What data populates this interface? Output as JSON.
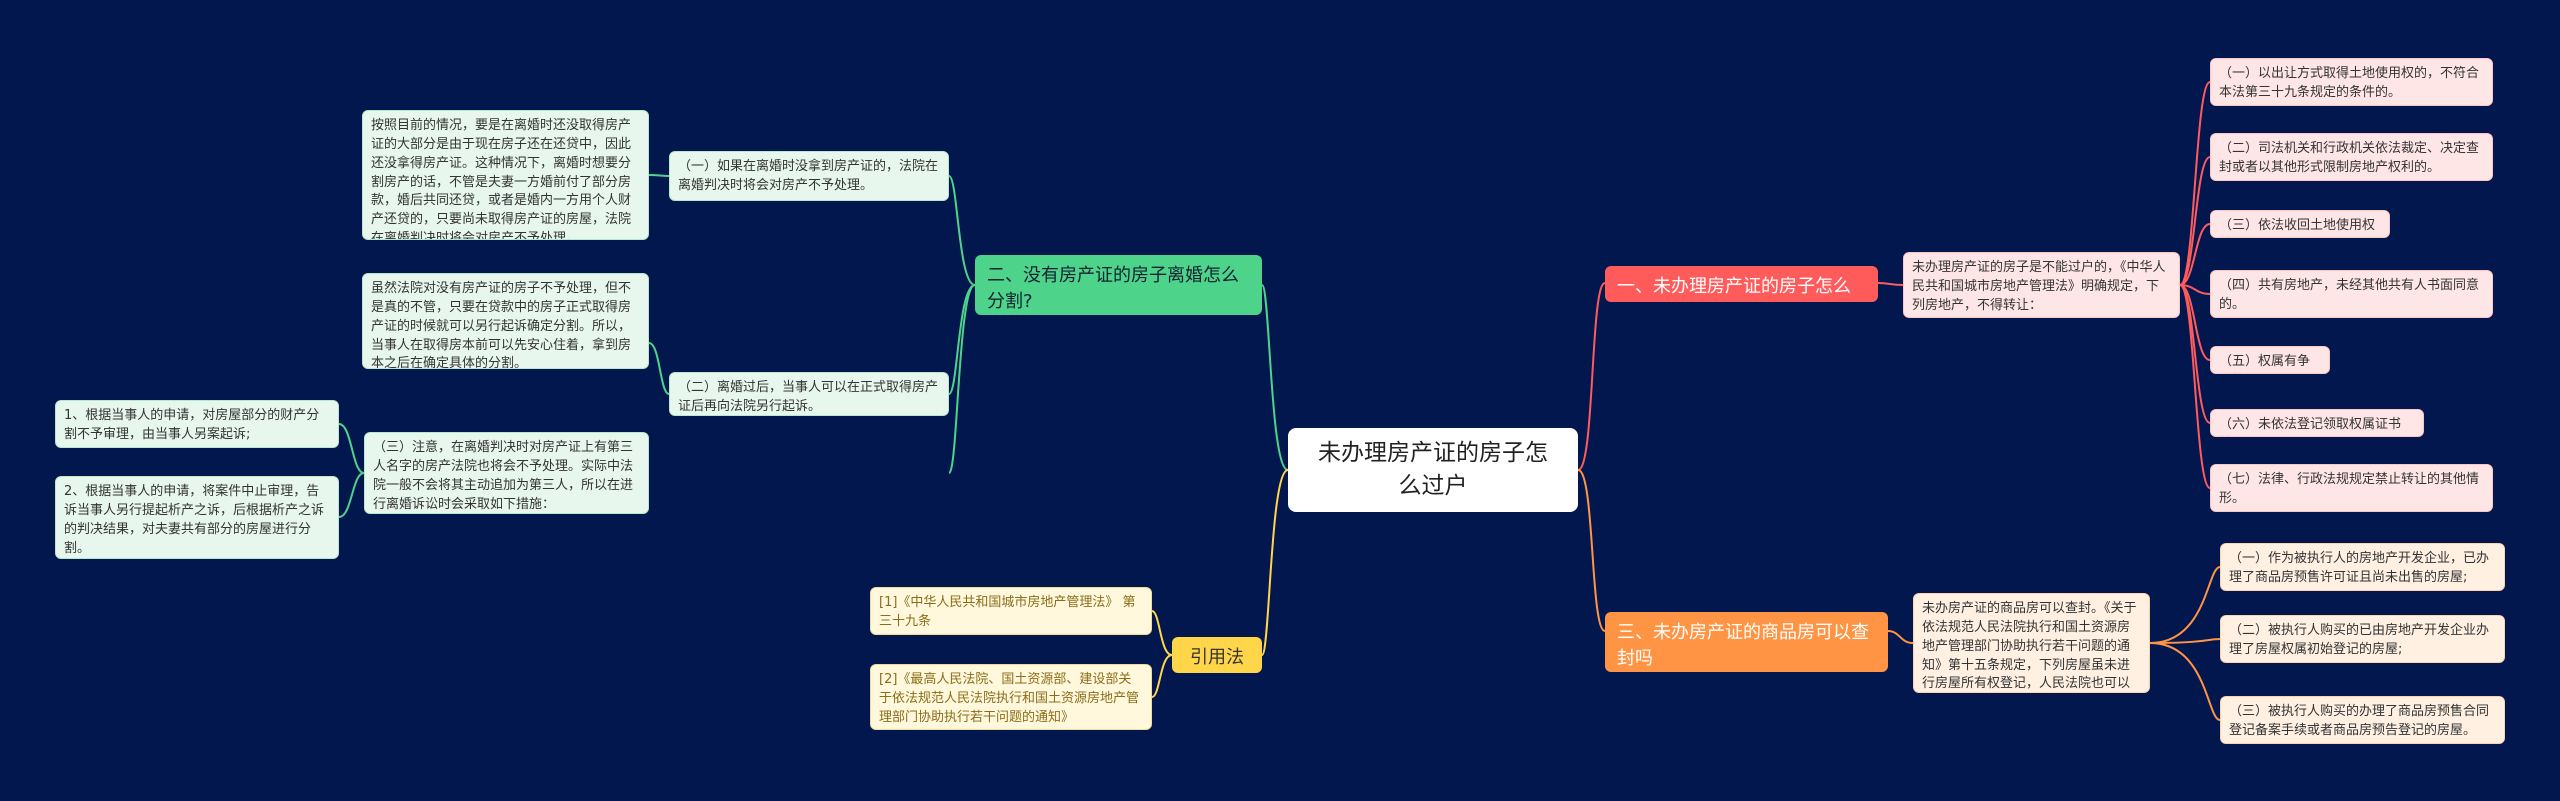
{
  "root": {
    "title": "未办理房产证的房子怎么过户"
  },
  "branches": {
    "divorce": {
      "title": "二、没有房产证的房子离婚怎么分割?",
      "items": [
        "（一）如果在离婚时没拿到房产证的，法院在离婚判决时将会对房产不予处理。",
        "（二）离婚过后，当事人可以在正式取得房产证后再向法院另行起诉。",
        "（三）注意，在离婚判决时对房产证上有第三人名字的房产法院也将会不予处理。实际中法院一般不会将其主动追加为第三人，所以在进行离婚诉讼时会采取如下措施："
      ],
      "details": [
        "按照目前的情况，要是在离婚时还没取得房产证的大部分是由于现在房子还在还贷中，因此还没拿得房产证。这种情况下，离婚时想要分割房产的话，不管是夫妻一方婚前付了部分房款，婚后共同还贷，或者是婚内一方用个人财产还贷的，只要尚未取得房产证的房屋，法院在离婚判决时将会对房产不予处理。",
        "虽然法院对没有房产证的房子不予处理，但不是真的不管，只要在贷款中的房子正式取得房产证的时候就可以另行起诉确定分割。所以，当事人在取得房本前可以先安心住着，拿到房本之后在确定具体的分割。",
        "1、根据当事人的申请，对房屋部分的财产分割不予审理，由当事人另案起诉;",
        "2、根据当事人的申请，将案件中止审理，告诉当事人另行提起析产之诉，后根据析产之诉的判决结果，对夫妻共有部分的房屋进行分割。"
      ]
    },
    "laws": {
      "title": "引用法条",
      "items": [
        "[1]《中华人民共和国城市房地产管理法》 第三十九条",
        "[2]《最高人民法院、国土资源部、建设部关于依法规范人民法院执行和国土资源房地产管理部门协助执行若干问题的通知》"
      ]
    },
    "transfer": {
      "title": "一、未办理房产证的房子怎么过户",
      "summary": "未办理房产证的房子是不能过户的，《中华人民共和国城市房地产管理法》明确规定，下列房地产，不得转让：",
      "items": [
        "（一）以出让方式取得土地使用权的，不符合本法第三十九条规定的条件的。",
        "（二）司法机关和行政机关依法裁定、决定查封或者以其他形式限制房地产权利的。",
        "（三）依法收回土地使用权的。",
        "（四）共有房地产，未经其他共有人书面同意的。",
        "（五）权属有争议的。",
        "（六）未依法登记领取权属证书的。",
        "（七）法律、行政法规规定禁止转让的其他情形。"
      ]
    },
    "seal": {
      "title": "三、未办房产证的商品房可以查封吗",
      "summary": "未办房产证的商品房可以查封。《关于依法规范人民法院执行和国土资源房地产管理部门协助执行若干问题的通知》第十五条规定，下列房屋虽未进行房屋所有权登记，人民法院也可以进行预查封：",
      "items": [
        "（一）作为被执行人的房地产开发企业，已办理了商品房预售许可证且尚未出售的房屋;",
        "（二）被执行人购买的已由房地产开发企业办理了房屋权属初始登记的房屋;",
        "（三）被执行人购买的办理了商品房预售合同登记备案手续或者商品房预告登记的房屋。"
      ]
    }
  },
  "colors": {
    "background": "#03174f",
    "green": "#4ed38a",
    "red": "#ff5b5b",
    "orange": "#ff9544",
    "yellow": "#ffd54a"
  }
}
